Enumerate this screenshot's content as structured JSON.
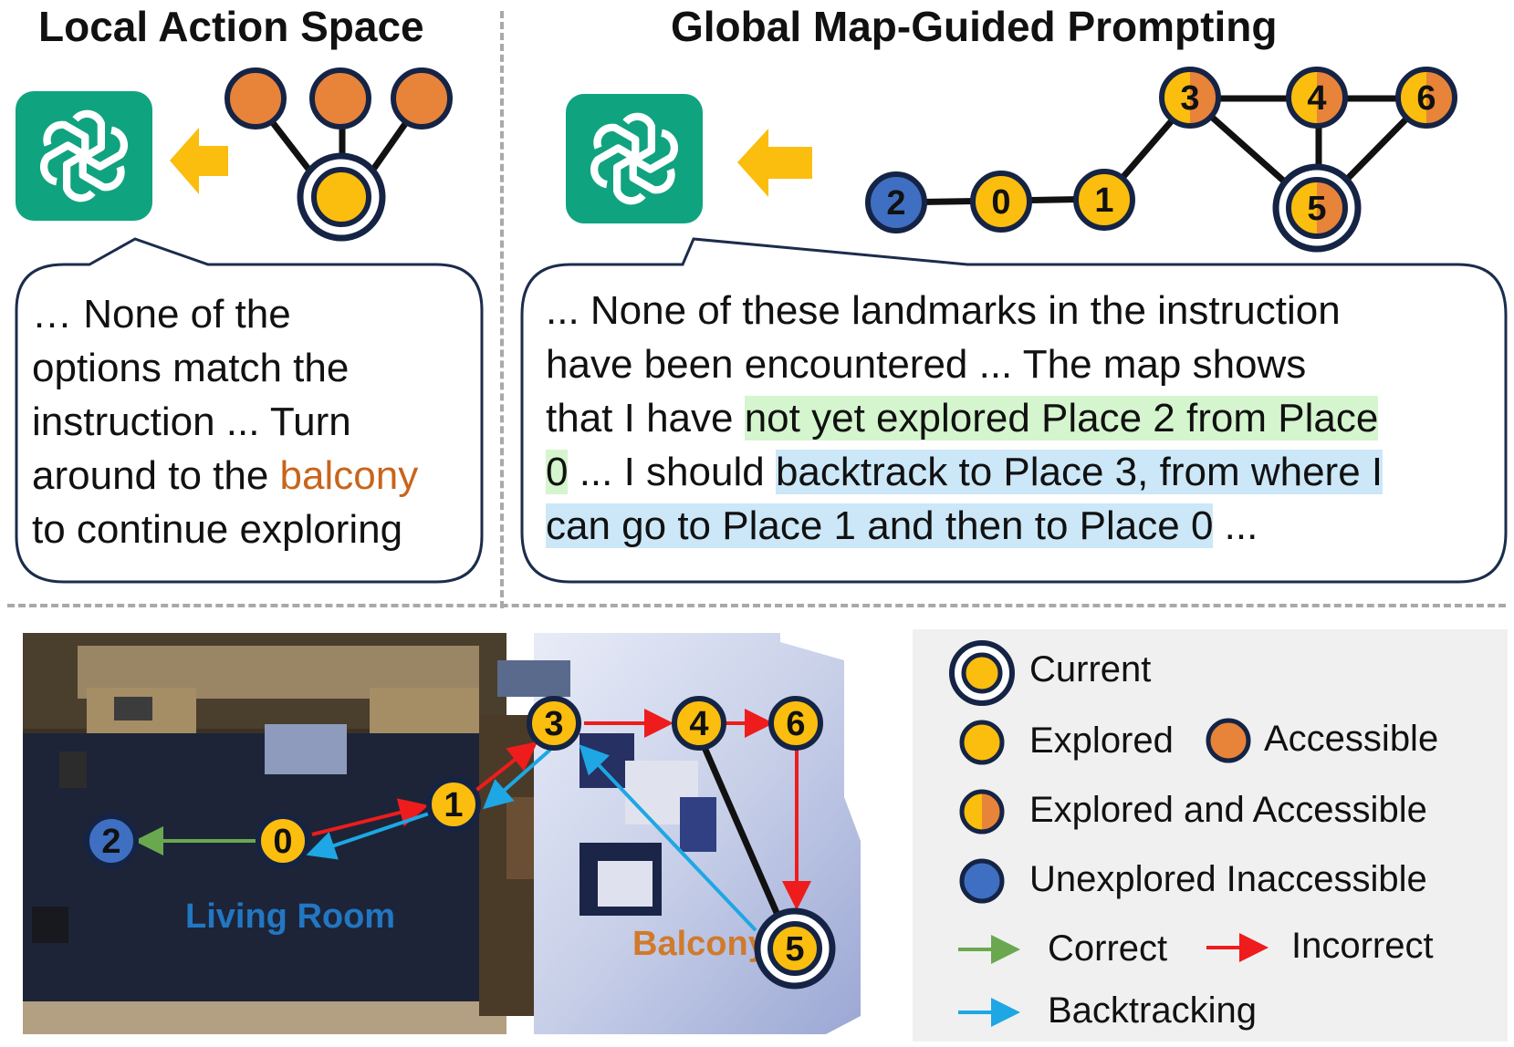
{
  "left_panel": {
    "title": "Local Action Space",
    "bubble_lines": [
      "… None of the",
      "options match the",
      "instruction ... Turn",
      "around to the ",
      "to continue exploring"
    ],
    "highlight_word": "balcony"
  },
  "right_panel": {
    "title": "Global Map-Guided Prompting",
    "bubble": {
      "line1": "... None of these landmarks in the instruction",
      "line2": "have been encountered ... The map shows",
      "line3_prefix": "that I have ",
      "line3_green": "not yet explored Place 2 from Place",
      "line4_green": "0",
      "line4_mid": " ... I should ",
      "line4_blue": "backtrack to Place 3, from where I",
      "line5_blue": "can go to Place 1 and then to Place 0",
      "line5_suffix": " ..."
    },
    "graph_nodes": [
      "2",
      "0",
      "1",
      "3",
      "4",
      "6",
      "5"
    ]
  },
  "scene": {
    "living_room_label": "Living Room",
    "balcony_label": "Balcony",
    "nodes": [
      "2",
      "0",
      "1",
      "3",
      "4",
      "6",
      "5"
    ]
  },
  "legend": {
    "current": "Current",
    "explored": "Explored",
    "accessible": "Accessible",
    "explored_accessible": "Explored and Accessible",
    "unexplored": "Unexplored Inaccessible",
    "correct": "Correct",
    "incorrect": "Incorrect",
    "backtracking": "Backtracking"
  },
  "colors": {
    "explored": "#fbbd0e",
    "accessible": "#e8833a",
    "unexplored": "#3f6fc2",
    "node_border": "#152445",
    "gpt_green": "#10a37f",
    "arrow_yellow": "#fbbd0e",
    "correct_arrow": "#6aa84f",
    "incorrect_arrow": "#ee1c1c",
    "backtracking_arrow": "#1ea7e4",
    "living_room_text": "#2277c2",
    "balcony_text": "#d07a2c"
  }
}
